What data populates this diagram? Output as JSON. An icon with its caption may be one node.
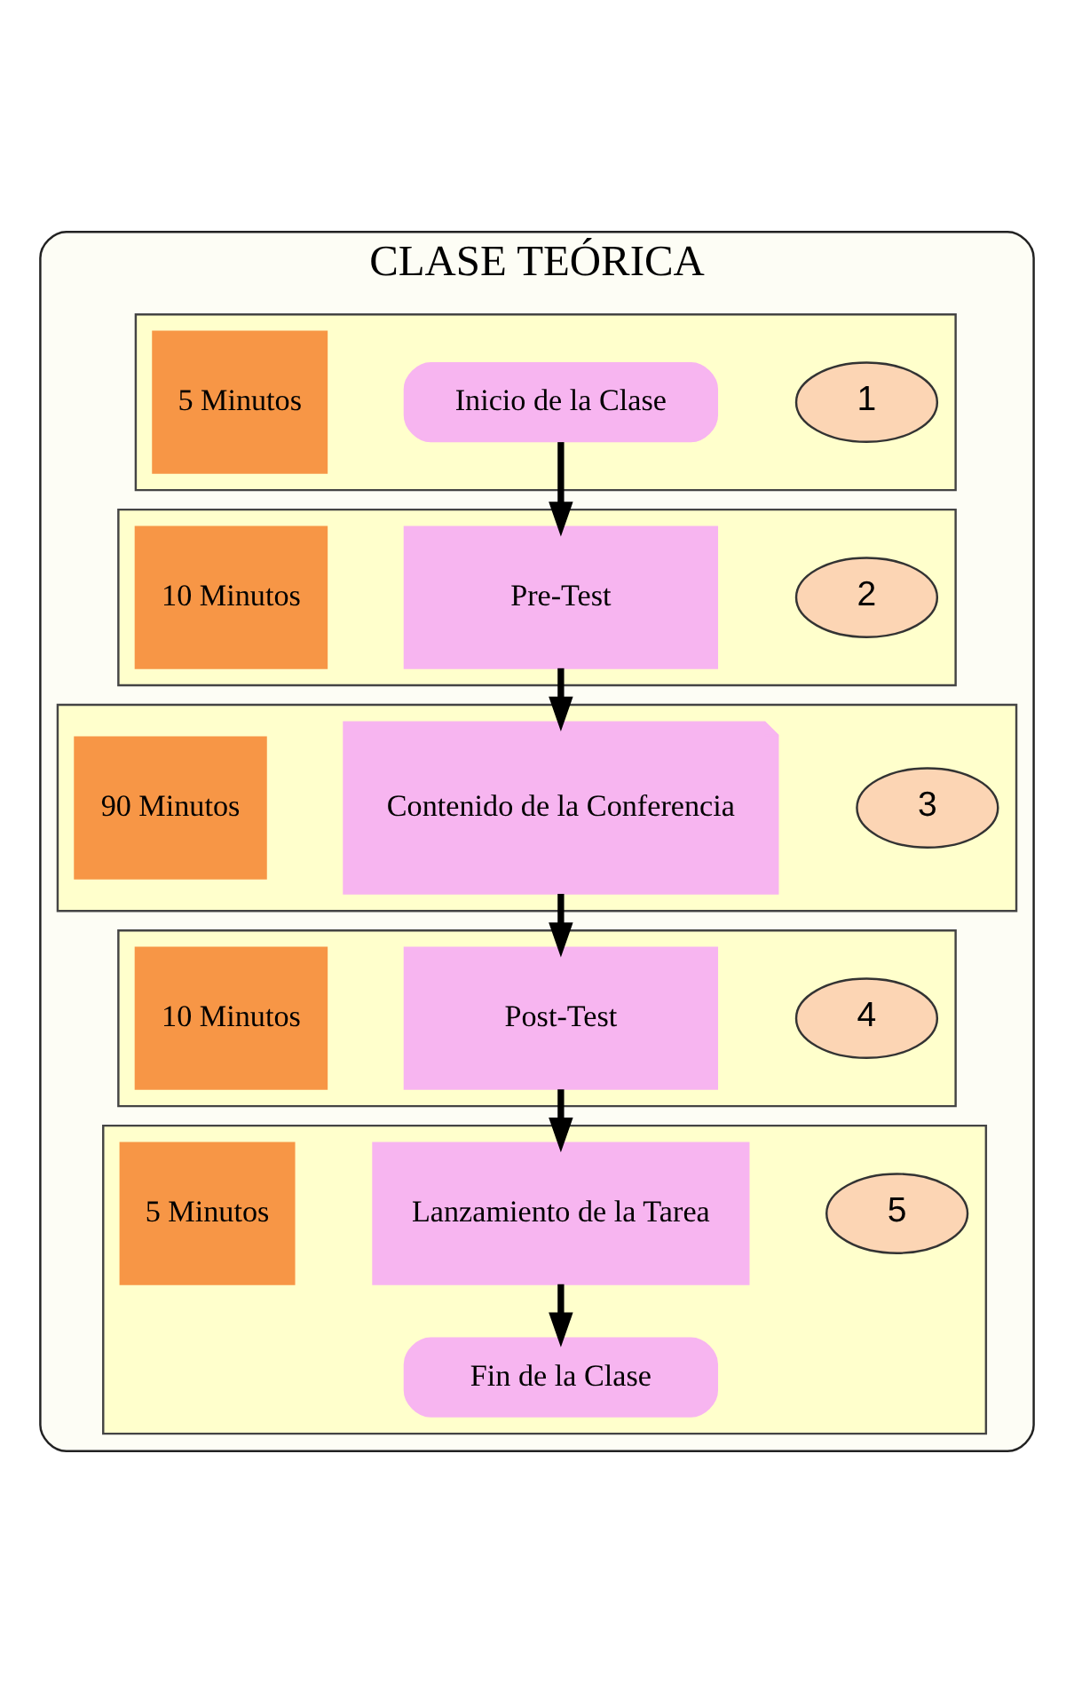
{
  "diagram": {
    "nodes": [
      {
        "text": [
          "CLASE TEÓRICA"
        ]
      },
      {
        "text": [],
        "shape": "box",
        "in": 0
      },
      {
        "text": [
          "1"
        ],
        "in": 1
      },
      {
        "text": [
          "Inicio de la Clase"
        ],
        "in": 1
      },
      {
        "text": [
          "5 Minutos"
        ],
        "in": 1
      },
      {
        "text": [],
        "shape": "box",
        "in": 0
      },
      {
        "text": [
          "2"
        ],
        "in": 5
      },
      {
        "text": [
          "Pre-Test"
        ],
        "in": 5
      },
      {
        "text": [
          "10 Minutos"
        ],
        "in": 5
      },
      {
        "text": [],
        "shape": "box",
        "in": 0
      },
      {
        "text": [
          "3"
        ],
        "in": 9
      },
      {
        "text": [
          "Contenido de la Conferencia"
        ],
        "in": 9
      },
      {
        "text": [
          "90 Minutos"
        ],
        "in": 9
      },
      {
        "text": [],
        "shape": "box",
        "in": 0
      },
      {
        "text": [
          "4"
        ],
        "in": 13
      },
      {
        "text": [
          "Post-Test"
        ],
        "in": 13
      },
      {
        "text": [
          "10 Minutos"
        ],
        "in": 13
      },
      {
        "text": [],
        "shape": "box",
        "in": 0
      },
      {
        "text": [
          "5"
        ],
        "in": 17
      },
      {
        "text": [
          "Lanzamiento de la Tarea"
        ],
        "in": 17
      },
      {
        "text": [
          "Fin de la Clase"
        ],
        "in": 17
      },
      {
        "text": [
          "5 Minutos"
        ],
        "in": 17
      }
    ],
    "edges": [
      {
        "from": 3,
        "to": 7,
        "arrow": "to"
      },
      {
        "from": 7,
        "to": 11,
        "arrow": "to"
      },
      {
        "from": 11,
        "to": 15,
        "arrow": "to"
      },
      {
        "from": 15,
        "to": 19,
        "arrow": "to"
      },
      {
        "from": 19,
        "to": 20,
        "arrow": "to"
      }
    ]
  }
}
